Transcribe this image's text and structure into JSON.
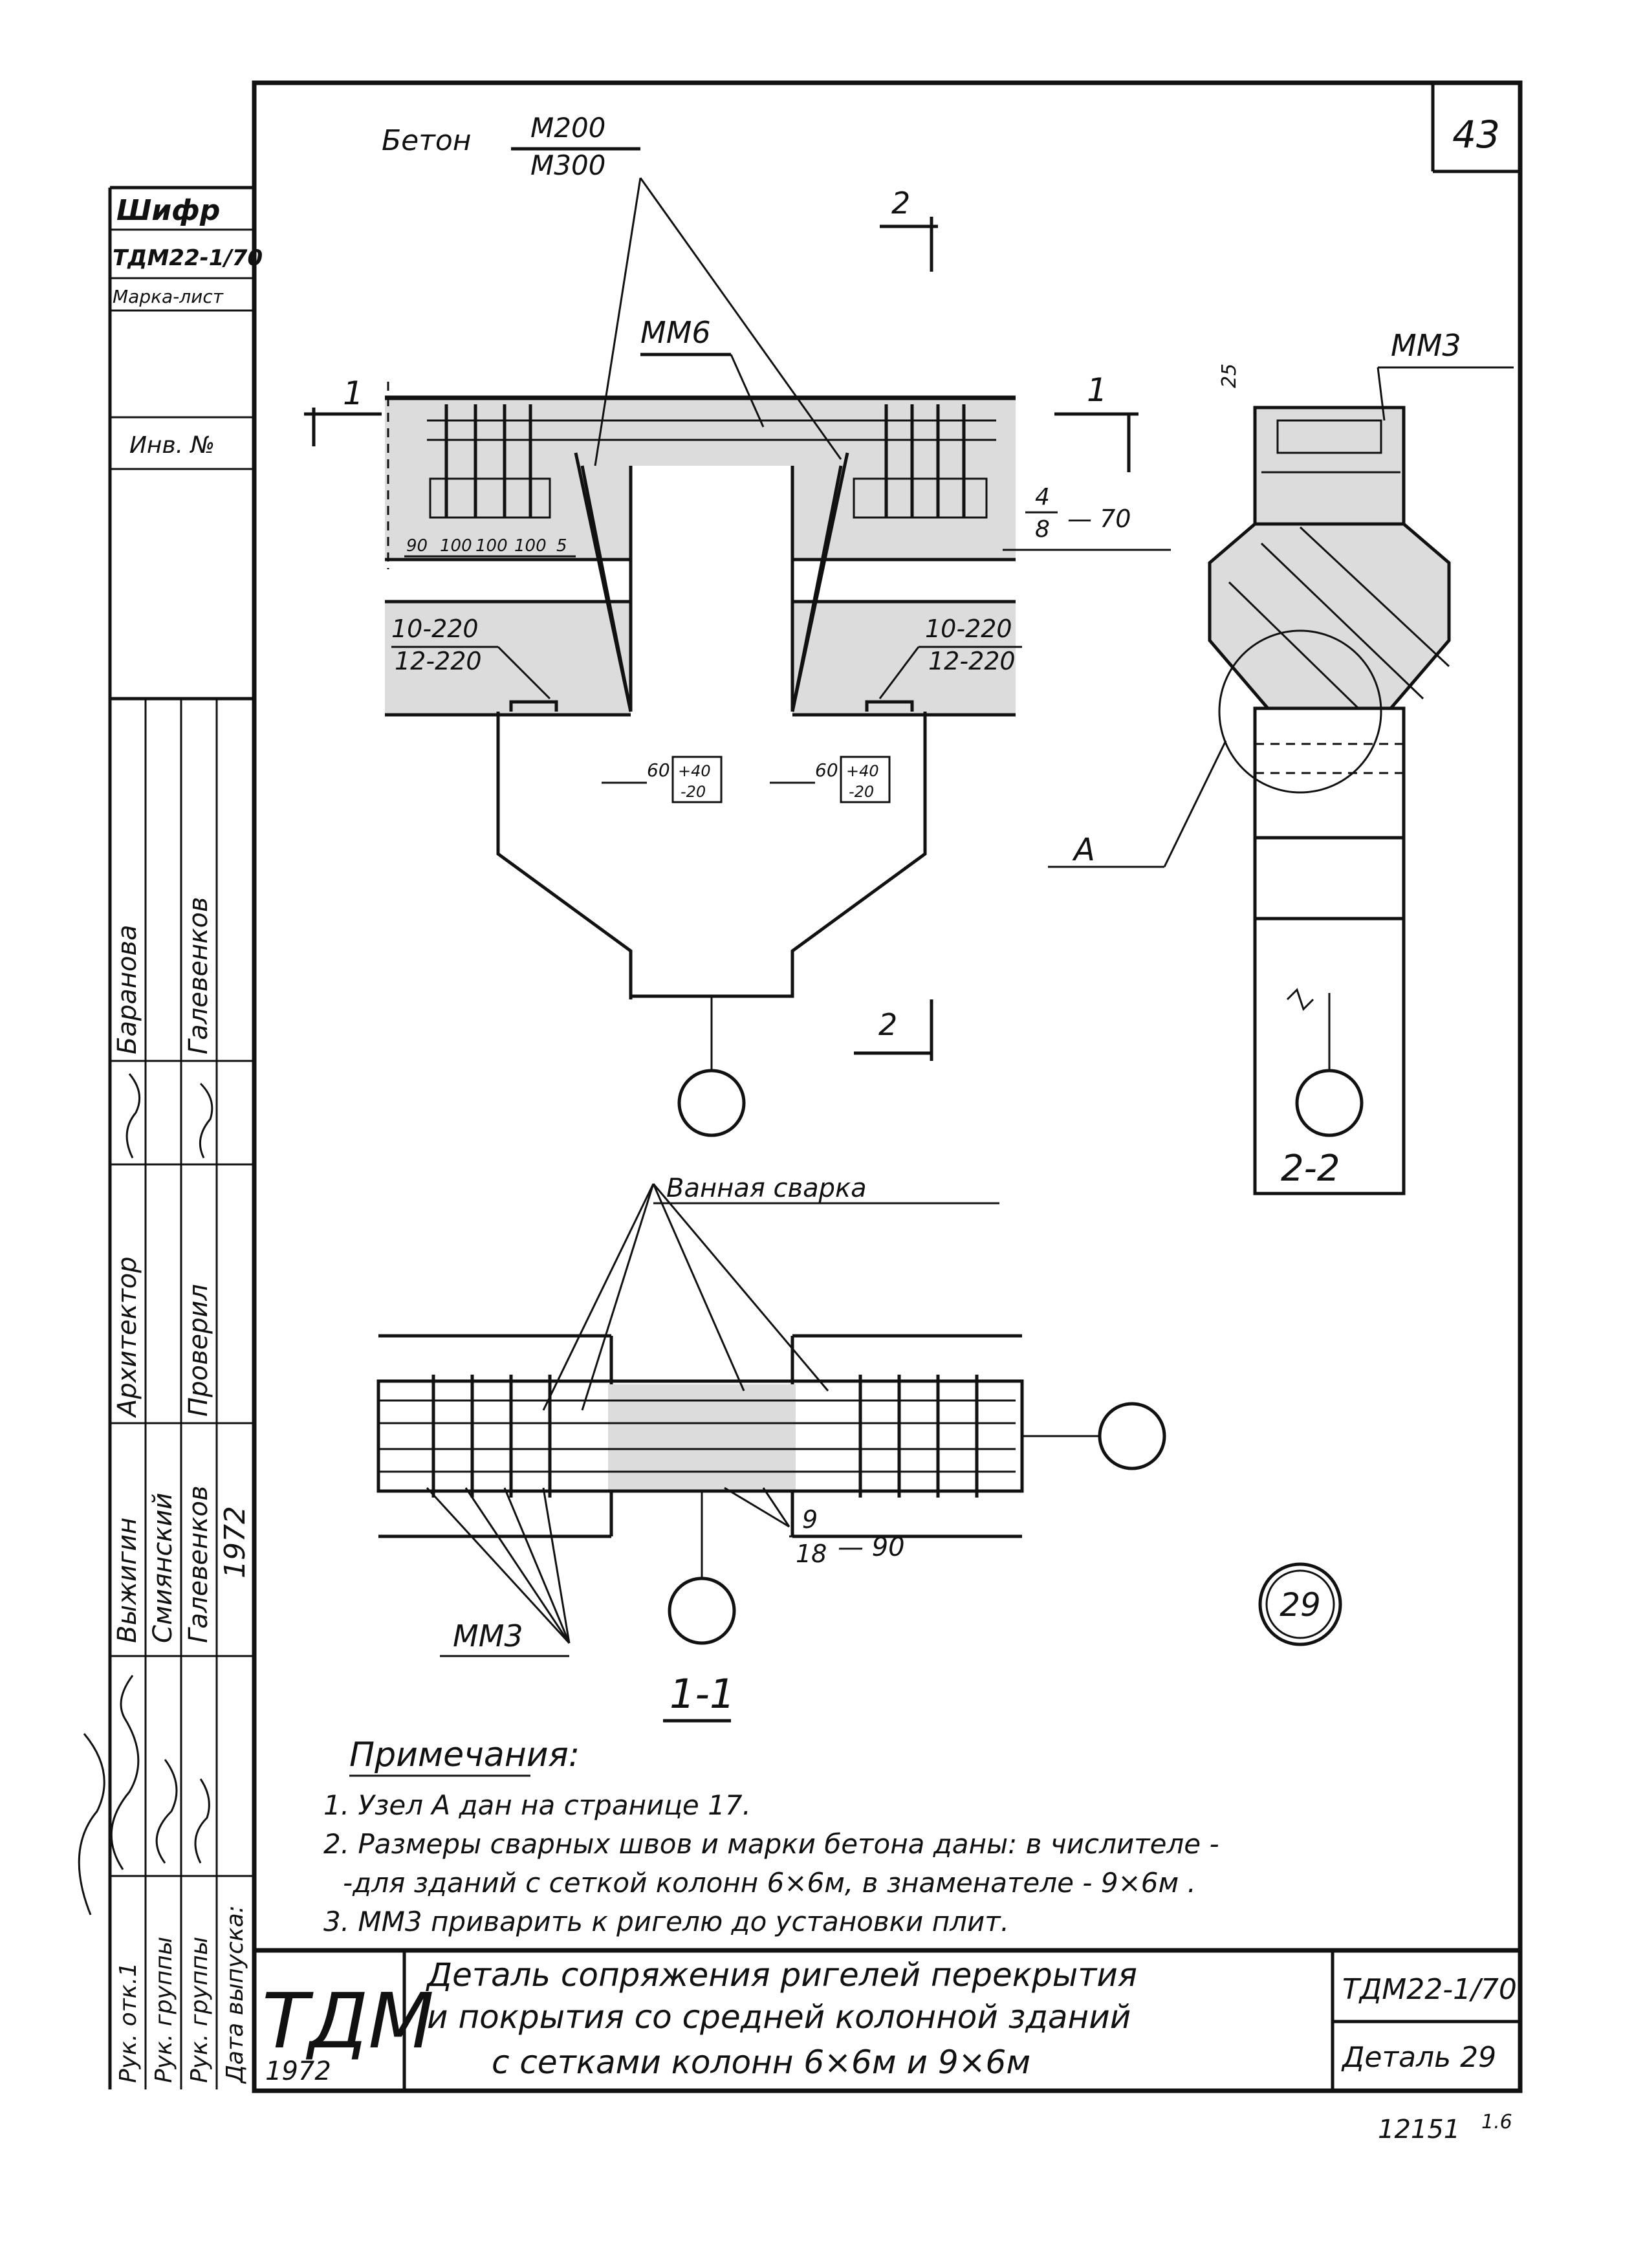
{
  "page_number": "43",
  "sheet_number": "12151",
  "sheet_mark": "1.6",
  "side_stamp": {
    "cipher_label": "Шифр",
    "cipher_value": "ТДМ22-1/70",
    "sheet_mark_label": "Марка-лист",
    "inv_label": "Инв. №",
    "roles": [
      "Рук. отк.1",
      "Рук. группы",
      "Рук. группы",
      "Дата выпуска:"
    ],
    "authors_1": [
      "Выжигин",
      "Смиянский",
      "Галевенков",
      "1972"
    ],
    "role_architect": "Архитектор",
    "name_baranova": "Баранова",
    "role_checked": "Проверил",
    "name_galevenkov": "Галевенков"
  },
  "drawing": {
    "concrete_label": "Бетон",
    "concrete_top": "М200",
    "concrete_bottom": "М300",
    "section_mark_2": "2",
    "section_mark_1": "1",
    "mm6": "ММ6",
    "mm3": "ММ3",
    "dim_25": "25",
    "weld_4_8_top": "4",
    "weld_4_8_bottom": "8",
    "weld_70": "— 70",
    "rebar_left_1": "10-220",
    "rebar_left_2": "12-220",
    "rebar_right_1": "10-220",
    "rebar_right_2": "12-220",
    "dims_bottom": [
      "90",
      "100",
      "100",
      "100",
      "5"
    ],
    "dim_60": "60",
    "tol_top": "+40",
    "tol_bottom": "-20",
    "node_a": "А",
    "section_2_2": "2-2",
    "section_1_1": "1-1",
    "bath_welding": "Ванная сварка",
    "weld_9_18_top": "9",
    "weld_9_18_bottom": "18",
    "weld_90": "— 90",
    "detail_number": "29"
  },
  "notes": {
    "heading": "Примечания:",
    "items": [
      "1. Узел А дан на странице 17.",
      "2. Размеры сварных швов и марки бетона даны: в числителе -",
      "-для зданий с сеткой колонн 6×6м, в знаменателе - 9×6м .",
      "3. ММ3 приварить к ригелю до установки плит."
    ]
  },
  "title_block": {
    "logo": "ТДМ",
    "year": "1972",
    "title_lines": [
      "Деталь сопряжения ригелей перекрытия",
      "и покрытия со средней колонной зданий",
      "с сетками колонн 6×6м и 9×6м"
    ],
    "code": "ТДМ22-1/70",
    "detail": "Деталь 29"
  }
}
